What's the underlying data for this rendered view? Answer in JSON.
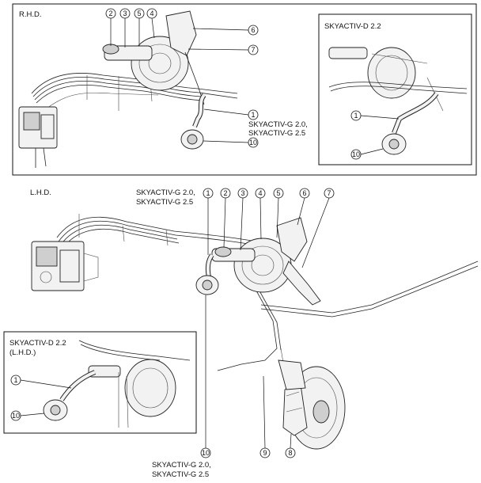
{
  "sections": {
    "rhd_label": "R.H.D.",
    "lhd_label": "L.H.D.",
    "inset_rhd_title": "SKYACTIV-D 2.2",
    "inset_lhd_title_line1": "SKYACTIV-D 2.2",
    "inset_lhd_title_line2": "(L.H.D.)"
  },
  "engine_notes": {
    "rhd_line1": "SKYACTIV-G 2.0,",
    "rhd_line2": "SKYACTIV-G 2.5",
    "lhd_top_line1": "SKYACTIV-G 2.0,",
    "lhd_top_line2": "SKYACTIV-G 2.5",
    "lhd_bottom_line1": "SKYACTIV-G 2.0,",
    "lhd_bottom_line2": "SKYACTIV-G 2.5"
  },
  "callouts": {
    "n1": "1",
    "n2": "2",
    "n3": "3",
    "n4": "4",
    "n5": "5",
    "n6": "6",
    "n7": "7",
    "n8": "8",
    "n9": "9",
    "n10": "10"
  }
}
